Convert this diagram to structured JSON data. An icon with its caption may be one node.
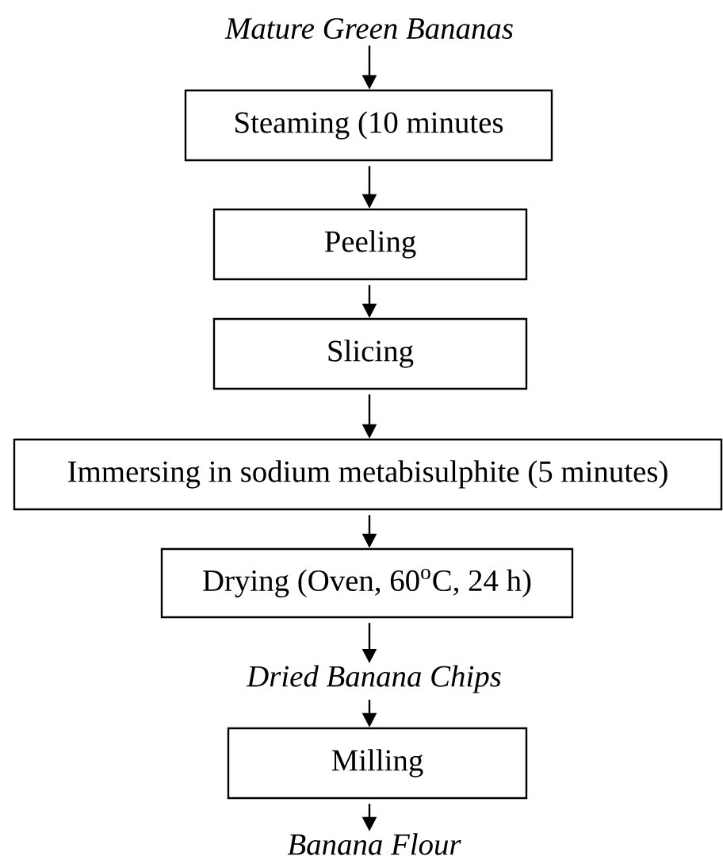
{
  "diagram": {
    "nodes": [
      {
        "text": [
          "Mature Green Bananas"
        ]
      },
      {
        "text": [
          "Steaming (10 minutes"
        ]
      },
      {
        "text": [
          "Peeling"
        ]
      },
      {
        "text": [
          "Slicing"
        ]
      },
      {
        "text": [
          "Immersing in sodium metabisulphite (5 minutes)"
        ]
      },
      {
        "text": [
          "Drying (Oven, 60$^{o}$C, 24 h)"
        ]
      },
      {
        "text": [
          "Dried Banana Chips"
        ]
      },
      {
        "text": [
          "Milling"
        ]
      },
      {
        "text": [
          "Banana Flour"
        ]
      }
    ],
    "edges": [
      {
        "from": 0,
        "to": 1,
        "arrow": "to"
      },
      {
        "from": 1,
        "to": 2,
        "arrow": "to"
      },
      {
        "from": 2,
        "to": 3,
        "arrow": "to"
      },
      {
        "from": 3,
        "to": 4,
        "arrow": "to"
      },
      {
        "from": 4,
        "to": 5,
        "arrow": "to"
      },
      {
        "from": 5,
        "to": 6,
        "arrow": "to"
      },
      {
        "from": 6,
        "to": 7,
        "arrow": "to"
      },
      {
        "from": 7,
        "to": 8,
        "arrow": "to"
      }
    ]
  }
}
